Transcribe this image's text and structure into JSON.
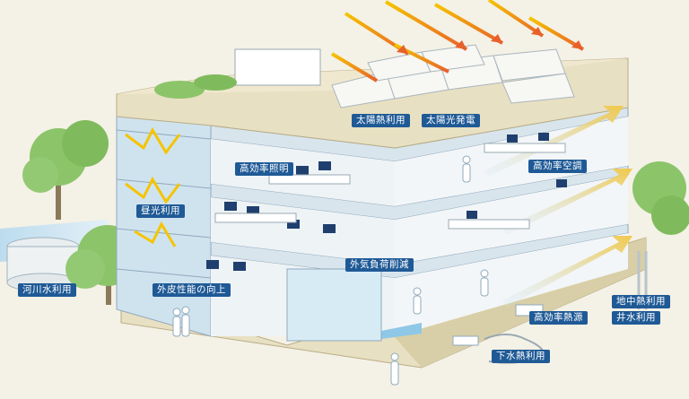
{
  "labels": {
    "solar_heat": "太陽熱利用",
    "solar_power": "太陽光発電",
    "efficient_lighting": "高効率照明",
    "efficient_ac": "高効率空調",
    "daylight": "昼光利用",
    "outdoor_air_load": "外気負荷削減",
    "river_water": "河川水利用",
    "envelope": "外皮性能の向上",
    "geothermal": "地中熱利用",
    "well_water": "井水利用",
    "efficient_heat_source": "高効率熱源",
    "sewage_heat": "下水熱利用"
  },
  "icons": {
    "sun_rays": "sun-ray-arrow-icon",
    "air_flow": "air-flow-arrow-icon",
    "person": "person-icon",
    "tree": "tree-icon"
  },
  "colors": {
    "background": "#f4f1e6",
    "tag": "#1f5a96",
    "roof": "#e8e0c2",
    "glass": "#cfe3ef",
    "ray": "#f5b800",
    "ray_end": "#e8602a",
    "air": "#f2c94c",
    "tree": "#8cc46a"
  }
}
